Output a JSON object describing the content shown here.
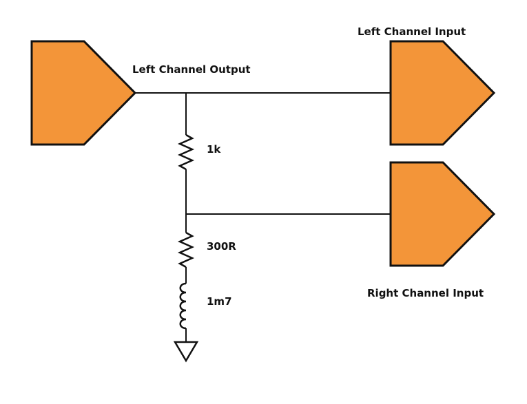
{
  "labels": {
    "left_output": "Left Channel Output",
    "left_input": "Left Channel Input",
    "right_input": "Right Channel Input",
    "r1": "1k",
    "r2": "300R",
    "l1": "1m7"
  },
  "colors": {
    "block_fill": "#f39539",
    "stroke": "#111111",
    "background": "#ffffff"
  },
  "icons": {
    "output_block": "pentagon-arrow-right",
    "input_block": "pentagon-arrow-right",
    "resistor": "zigzag-resistor",
    "inductor": "coil-inductor",
    "ground": "ground-triangle"
  }
}
